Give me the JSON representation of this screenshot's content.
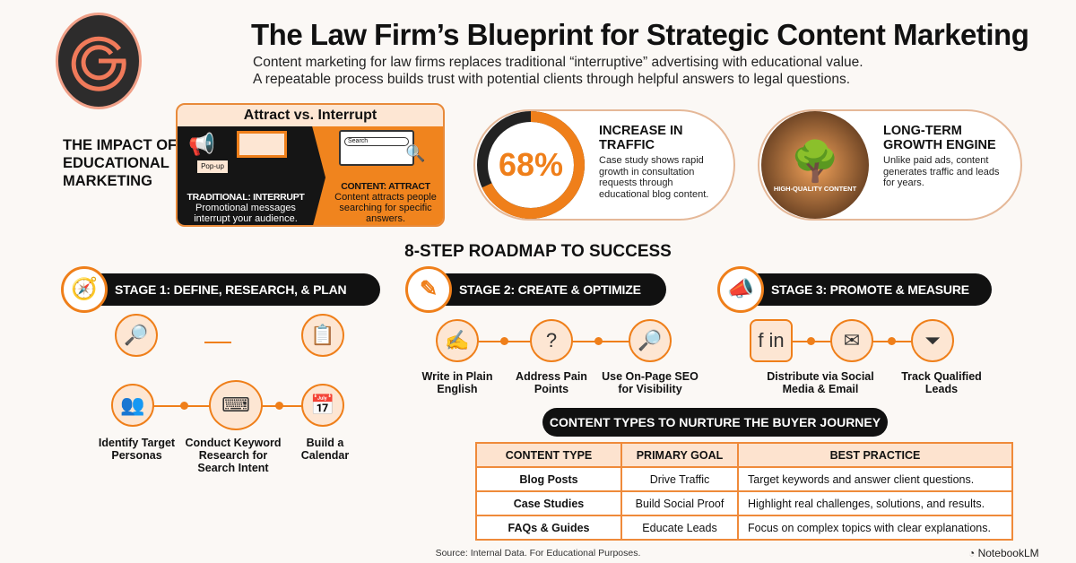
{
  "header": {
    "title": "The Law Firm’s Blueprint for Strategic Content Marketing",
    "subtitle_lines": [
      "Content marketing for law firms replaces traditional “interruptive” advertising with educational value.",
      "A repeatable process builds trust with potential clients through helpful answers to legal questions."
    ]
  },
  "impact": {
    "heading_lines": [
      "THE IMPACT OF",
      "EDUCATIONAL",
      "MARKETING"
    ]
  },
  "attract": {
    "title": "Attract vs. Interrupt",
    "popup_label": "Pop-up",
    "search_label": "Search",
    "left_title": "TRADITIONAL: INTERRUPT",
    "left_text": "Promotional messages interrupt your audience.",
    "right_title": "CONTENT: ATTRACT",
    "right_text": "Content attracts people searching for specific answers."
  },
  "traffic": {
    "value": "68%",
    "progress": 0.68,
    "title": "INCREASE IN TRAFFIC",
    "text": "Case study shows rapid growth in consultation requests through educational blog content."
  },
  "growth": {
    "badge": "HIGH-QUALITY CONTENT",
    "title": "LONG-TERM GROWTH ENGINE",
    "text": "Unlike paid ads, content generates traffic and leads for years."
  },
  "roadmap": {
    "title": "8-STEP ROADMAP TO SUCCESS",
    "stages": [
      {
        "label": "STAGE 1: DEFINE, RESEARCH, & PLAN",
        "icon": "compass-icon",
        "steps": [
          "Identify Target Personas",
          "Conduct Keyword Research for Search Intent",
          "Build a Calendar"
        ]
      },
      {
        "label": "STAGE 2: CREATE & OPTIMIZE",
        "icon": "pencil-gear-icon",
        "steps": [
          "Write in Plain English",
          "Address Pain Points",
          "Use On-Page SEO for Visibility"
        ]
      },
      {
        "label": "STAGE 3: PROMOTE & MEASURE",
        "icon": "megaphone-icon",
        "steps": [
          "Distribute via Social Media & Email",
          "Track Qualified Leads"
        ]
      }
    ]
  },
  "content_types": {
    "title": "CONTENT TYPES TO NURTURE THE BUYER JOURNEY",
    "columns": [
      "CONTENT TYPE",
      "PRIMARY GOAL",
      "BEST PRACTICE"
    ],
    "rows": [
      [
        "Blog Posts",
        "Drive Traffic",
        "Target keywords and answer client questions."
      ],
      [
        "Case Studies",
        "Build Social Proof",
        "Highlight real challenges, solutions, and results."
      ],
      [
        "FAQs & Guides",
        "Educate Leads",
        "Focus on complex topics with clear explanations."
      ]
    ]
  },
  "footer": {
    "source": "Source: Internal Data. For Educational Purposes.",
    "brand": "NotebookLM"
  },
  "colors": {
    "accent": "#ef7f1a",
    "dark": "#111111",
    "light": "#fde6d3"
  }
}
